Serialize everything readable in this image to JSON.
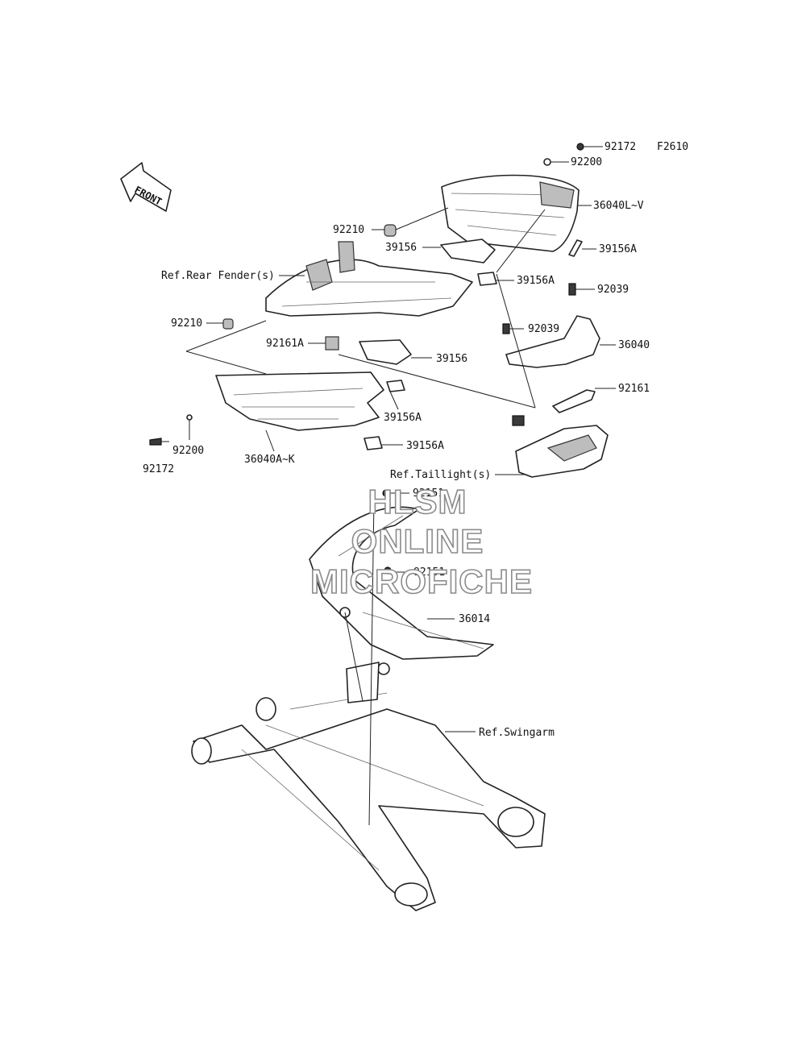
{
  "figure_code": "F2610",
  "front_label": "FRONT",
  "watermark": {
    "line1": "HLSM",
    "line2": "ONLINE",
    "line3": "MICROFICHE"
  },
  "labels": {
    "p92172_top": "92172",
    "p92200_top": "92200",
    "p92210_top": "92210",
    "p39156_top": "39156",
    "p36040LV": "36040L~V",
    "p39156A_right": "39156A",
    "ref_rear_fender": "Ref.Rear Fender(s)",
    "p39156A_mid": "39156A",
    "p92039_top": "92039",
    "p92210_left": "92210",
    "p92039_mid": "92039",
    "p36040": "36040",
    "p92161A": "92161A",
    "p39156_mid": "39156",
    "p92161": "92161",
    "p39156A_low1": "39156A",
    "p92200_left": "92200",
    "p39156A_low2": "39156A",
    "p36040AK": "36040A~K",
    "p92172_left": "92172",
    "ref_taillight": "Ref.Taillight(s)",
    "p92151_top": "92151",
    "p92151_mid": "92151",
    "p36014": "36014",
    "ref_swingarm": "Ref.Swingarm"
  }
}
